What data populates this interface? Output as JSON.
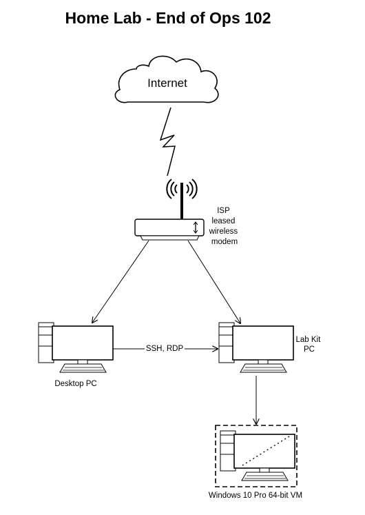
{
  "title": "Home Lab - End of Ops 102",
  "nodes": {
    "internet": {
      "label": "Internet",
      "icon": "cloud-icon"
    },
    "modem": {
      "label_lines": [
        "ISP",
        "leased",
        "wireless",
        "modem"
      ],
      "icon": "wireless-router-icon"
    },
    "desktop": {
      "label": "Desktop PC",
      "icon": "desktop-pc-icon"
    },
    "labkit": {
      "label_lines": [
        "Lab Kit",
        "PC"
      ],
      "icon": "desktop-pc-icon"
    },
    "vm": {
      "label": "Windows 10 Pro 64-bit VM",
      "icon": "virtual-machine-icon"
    }
  },
  "edges": [
    {
      "from": "internet",
      "to": "modem",
      "style": "lightning"
    },
    {
      "from": "modem",
      "to": "desktop",
      "style": "arrow"
    },
    {
      "from": "modem",
      "to": "labkit",
      "style": "arrow"
    },
    {
      "from": "desktop",
      "to": "labkit",
      "style": "arrow",
      "label": "SSH, RDP"
    },
    {
      "from": "labkit",
      "to": "vm",
      "style": "arrow"
    }
  ],
  "colors": {
    "stroke": "#000000",
    "fill": "#ffffff"
  }
}
